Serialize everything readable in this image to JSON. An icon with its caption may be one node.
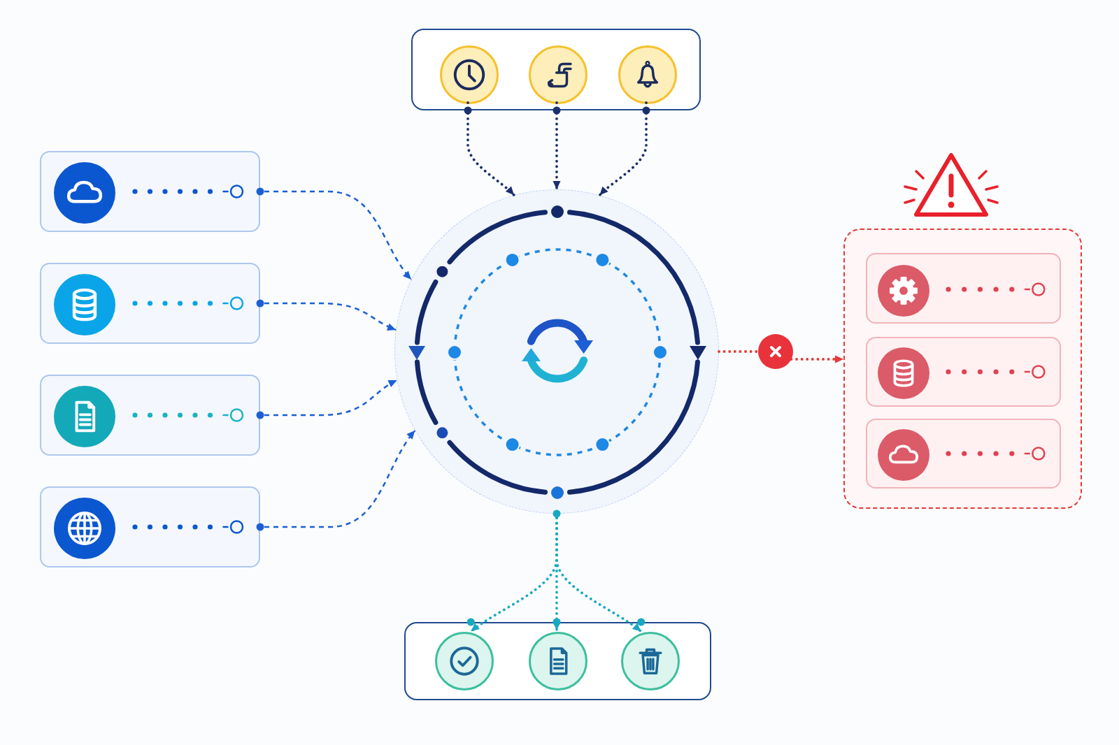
{
  "diagram": {
    "nodes": [
      {
        "text": [],
        "shape": "box"
      },
      {
        "text": [],
        "shape": "circle",
        "in": 0
      },
      {
        "text": [],
        "shape": "circle",
        "in": 0
      },
      {
        "text": [],
        "shape": "circle",
        "in": 0
      },
      {
        "text": [],
        "shape": "box"
      },
      {
        "text": [],
        "shape": "circle",
        "in": 4
      },
      {
        "text": [],
        "shape": "box"
      },
      {
        "text": [],
        "shape": "circle",
        "in": 6
      },
      {
        "text": [],
        "shape": "box"
      },
      {
        "text": [],
        "shape": "circle",
        "in": 8
      },
      {
        "text": [],
        "shape": "box"
      },
      {
        "text": [],
        "shape": "circle",
        "in": 10
      },
      {
        "text": [],
        "shape": "circle"
      },
      {
        "text": [],
        "shape": "circle"
      },
      {
        "text": [],
        "shape": "box"
      },
      {
        "text": [],
        "shape": "box",
        "in": 14
      },
      {
        "text": [],
        "shape": "circle",
        "in": 15
      },
      {
        "text": [],
        "shape": "box",
        "in": 14
      },
      {
        "text": [],
        "shape": "circle",
        "in": 17
      },
      {
        "text": [],
        "shape": "box",
        "in": 14
      },
      {
        "text": [],
        "shape": "circle",
        "in": 19
      },
      {
        "text": [],
        "shape": "box"
      },
      {
        "text": [],
        "shape": "circle",
        "in": 21
      },
      {
        "text": [],
        "shape": "circle",
        "in": 21
      },
      {
        "text": [],
        "shape": "circle",
        "in": 21
      }
    ],
    "edges": [
      {
        "from": 4,
        "to": 12,
        "arrow": "to",
        "style": "dashed"
      },
      {
        "from": 6,
        "to": 12,
        "arrow": "to",
        "style": "dashed"
      },
      {
        "from": 8,
        "to": 12,
        "arrow": "to",
        "style": "dashed"
      },
      {
        "from": 10,
        "to": 12,
        "arrow": "to",
        "style": "dashed"
      },
      {
        "from": 1,
        "to": 12,
        "arrow": "to",
        "style": "dashed",
        "color": "#1b2f6e"
      },
      {
        "from": 2,
        "to": 12,
        "arrow": "to",
        "style": "dashed",
        "color": "#1b2f6e"
      },
      {
        "from": 3,
        "to": 12,
        "arrow": "to",
        "style": "dashed",
        "color": "#1b2f6e"
      },
      {
        "from": 12,
        "to": 13,
        "arrow": "none",
        "style": "dashed",
        "color": "#e53935"
      },
      {
        "from": 13,
        "to": 14,
        "arrow": "to",
        "style": "dashed",
        "color": "#e53935"
      },
      {
        "from": 12,
        "to": 22,
        "arrow": "to",
        "style": "dashed",
        "color": "#17a9bf"
      },
      {
        "from": 12,
        "to": 23,
        "arrow": "to",
        "style": "dashed",
        "color": "#17a9bf"
      },
      {
        "from": 12,
        "to": 24,
        "arrow": "to",
        "style": "dashed",
        "color": "#17a9bf"
      }
    ]
  }
}
